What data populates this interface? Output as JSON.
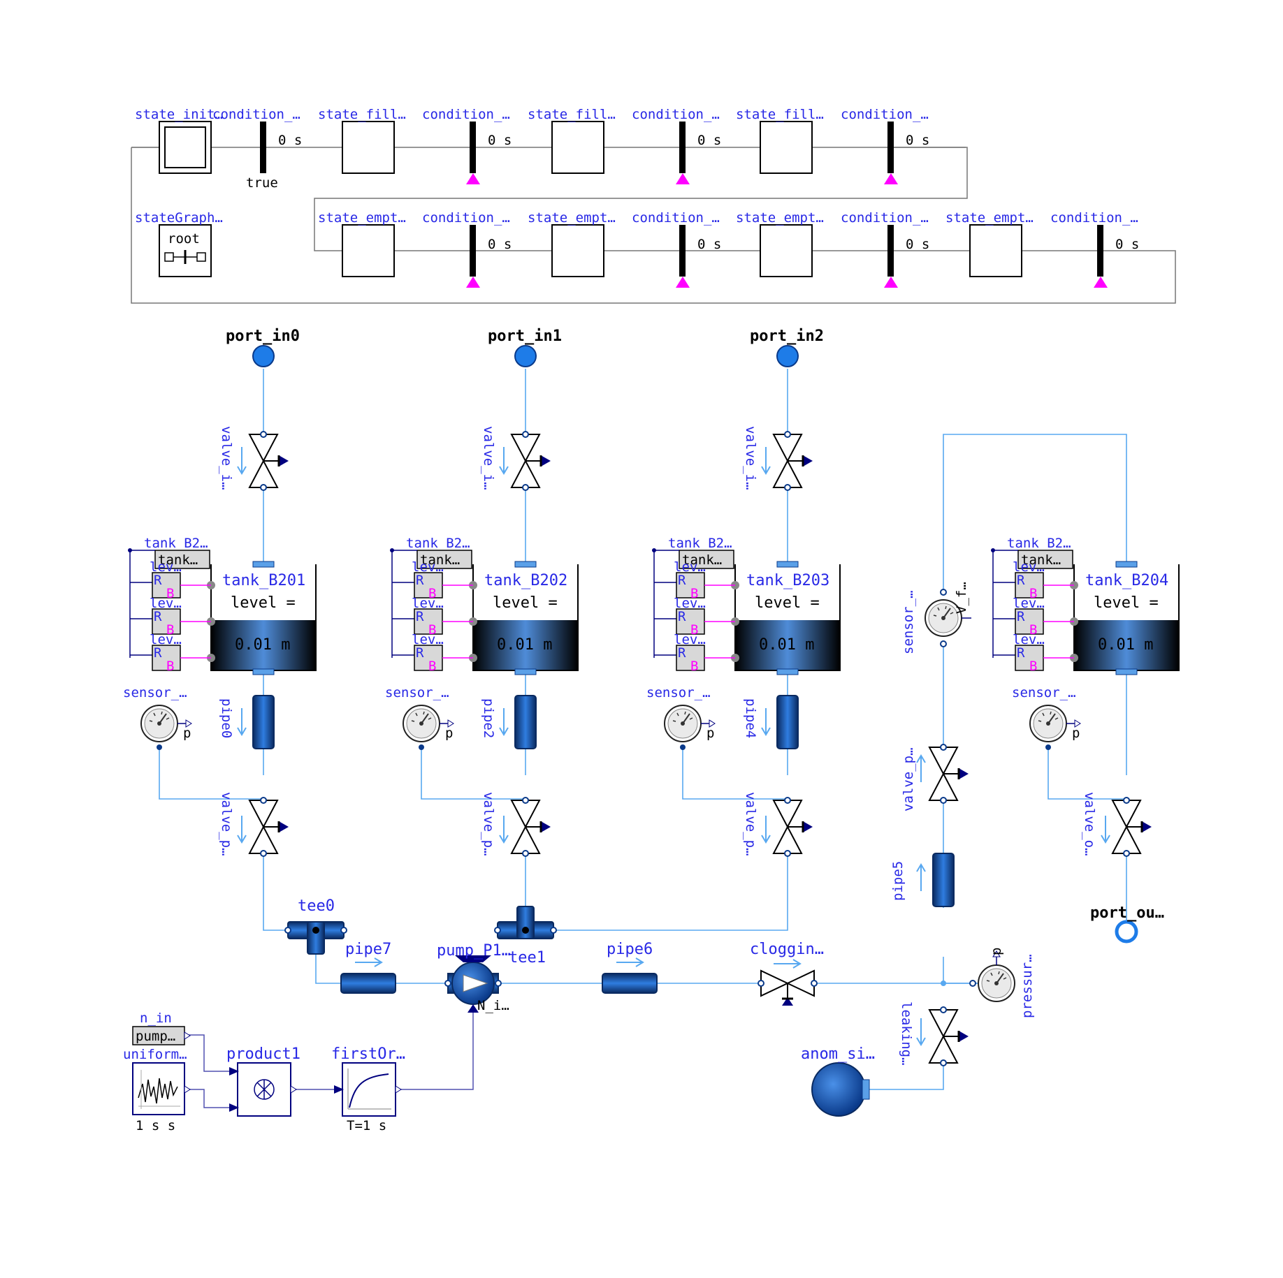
{
  "stategraph": {
    "top_row_labels": [
      "state_init…",
      "condition_…",
      "state_fill…",
      "condition_…",
      "state_fill…",
      "condition_…",
      "state_fill…",
      "condition_…"
    ],
    "bottom_row_labels": [
      "state_empt…",
      "condition_…",
      "state_empt…",
      "condition_…",
      "state_empt…",
      "condition_…",
      "state_empt…",
      "condition_…"
    ],
    "delay_label": "0 s",
    "first_condition": "true",
    "root_label": "stateGraph…",
    "root_text": "root"
  },
  "ports": {
    "in0": "port_in0",
    "in1": "port_in1",
    "in2": "port_in2",
    "out": "port_ou…"
  },
  "tanks": [
    {
      "name": "tank_B201",
      "group": "tank_B2…",
      "box": "tank…",
      "level_text": "level =",
      "level_value": "0.01 m",
      "sensor": "sensor_…",
      "sensor_port": "p",
      "pipe": "pipe0",
      "valve_in": "valve_i…",
      "valve_out": "valve_p…"
    },
    {
      "name": "tank_B202",
      "group": "tank_B2…",
      "box": "tank…",
      "level_text": "level =",
      "level_value": "0.01 m",
      "sensor": "sensor_…",
      "sensor_port": "p",
      "pipe": "pipe2",
      "valve_in": "valve_i…",
      "valve_out": "valve_p…"
    },
    {
      "name": "tank_B203",
      "group": "tank_B2…",
      "box": "tank…",
      "level_text": "level =",
      "level_value": "0.01 m",
      "sensor": "sensor_…",
      "sensor_port": "p",
      "pipe": "pipe4",
      "valve_in": "valve_i…",
      "valve_out": "valve_p…"
    },
    {
      "name": "tank_B204",
      "group": "tank_B2…",
      "box": "tank…",
      "level_text": "level =",
      "level_value": "0.01 m",
      "sensor": "sensor_…",
      "sensor_port": "p",
      "pipe": "",
      "valve_in": "",
      "valve_out": "valve_o…"
    }
  ],
  "level_sensor": {
    "label": "lev…",
    "r": "R",
    "b": "B"
  },
  "components": {
    "tee0": "tee0",
    "tee1": "tee1",
    "pipe7": "pipe7",
    "pipe6": "pipe6",
    "pipe5": "pipe5",
    "pump": "pump_P1…",
    "pump_port": "N_i…",
    "clogging": "cloggin…",
    "valve_p": "valve_p…",
    "flow_sensor": "sensor_…",
    "flow_port": "V_f…",
    "pressure": "pressur…",
    "pressure_port": "p",
    "leaking": "leaking…",
    "anom": "anom_si…",
    "n_in": "n_in",
    "pump_box": "pump…",
    "uniform": "uniform…",
    "uniform_params": "1 s  s",
    "product": "product1",
    "first_order": "firstOr…",
    "first_order_param": "T=1 s"
  },
  "colors": {
    "label": "#2828e6",
    "fluid": "#58a8f0",
    "signal": "#00007f",
    "bool": "#ff00ff"
  }
}
